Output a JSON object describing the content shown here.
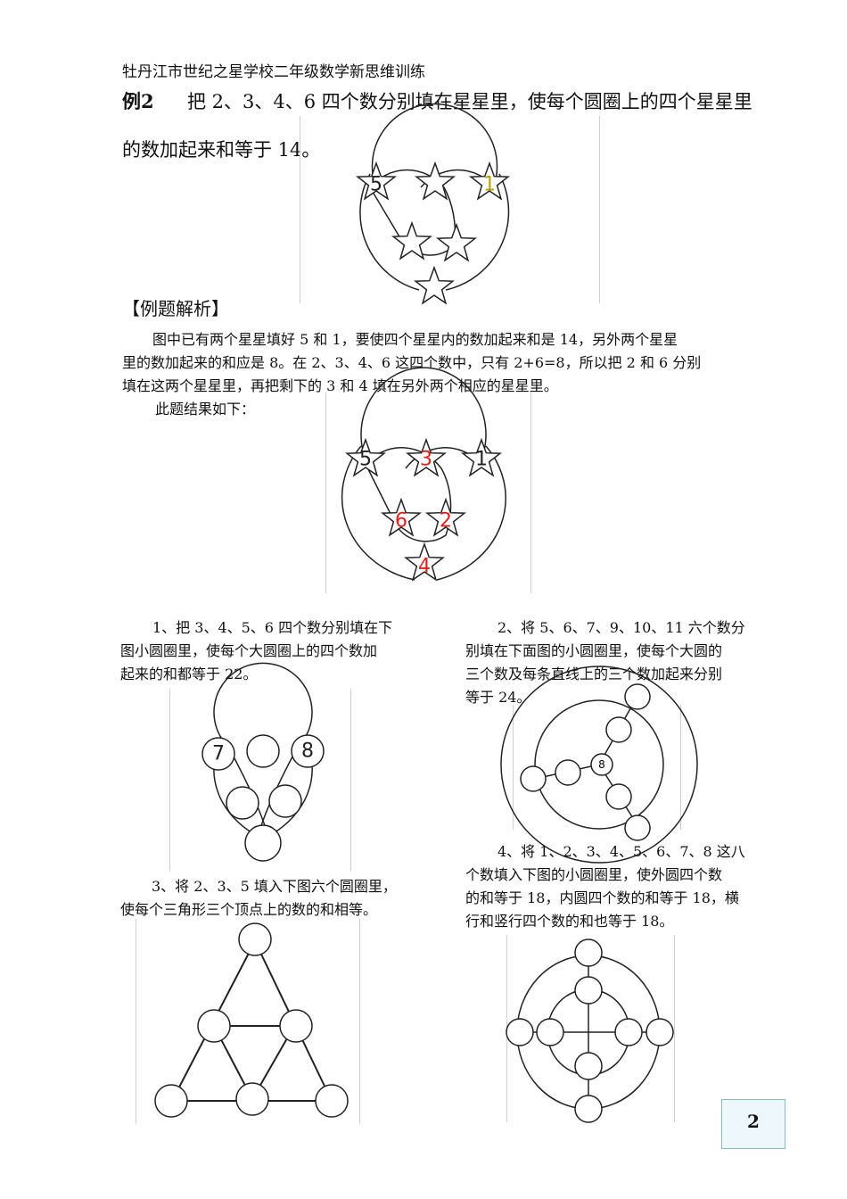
{
  "header": "牡丹江市世纪之星学校二年级数学新思维训练",
  "example": {
    "label": "例2",
    "line1": "把 2、3、4、6 四个数分别填在星星里，使每个圆圈上的四个星星里",
    "line2": "的数加起来和等于 14。",
    "given": {
      "left": "5",
      "right": "1"
    }
  },
  "analysis": {
    "title": "【例题解析】",
    "p1": "图中已有两个星星填好 5 和 1，要使四个星星内的数加起来和是 14，另外两个星星",
    "p2": "里的数加起来的和应是 8。在 2、3、4、6 这四个数中，只有 2+6=8，所以把 2 和 6 分别",
    "p3": "填在这两个星星里，再把剩下的 3 和 4 填在另外两个相应的星星里。",
    "result_intro": "此题结果如下：",
    "result": {
      "left": "5",
      "top": "3",
      "right": "1",
      "mid_left": "6",
      "mid_right": "2",
      "bottom": "4"
    }
  },
  "problems": {
    "p1": {
      "l1": "1、把  3、4、5、6 四个数分别填在下",
      "l2": "图小圆圈里，使每个大圆圈上的四个数加",
      "l3": "起来的和都等于 22。",
      "given_left": "7",
      "given_right": "8"
    },
    "p2": {
      "l1": "2、将  5、6、7、9、10、11 六个数分",
      "l2": "别填在下面图的小圆圈里，使每个大圆的",
      "l3": "三个数及每条直线上的三个数加起来分别",
      "l4": "等于 24。",
      "center": "8"
    },
    "p3": {
      "l1": "3、将 2、3、5 填入下图六个圆圈里，",
      "l2": "使每个三角形三个顶点上的数的和相等。"
    },
    "p4": {
      "l1": "4、将  1、2、3、4、5、6、7、8 这八",
      "l2": "个数填入下图的小圆圈里，使外圆四个数",
      "l3": "的和等于 18，内圆四个数的和等于 18，横",
      "l4": "行和竖行四个数的和也等于      18。"
    }
  },
  "page_number": "2",
  "colors": {
    "answer": "#e02020",
    "given": "#222222",
    "line": "#222222"
  }
}
